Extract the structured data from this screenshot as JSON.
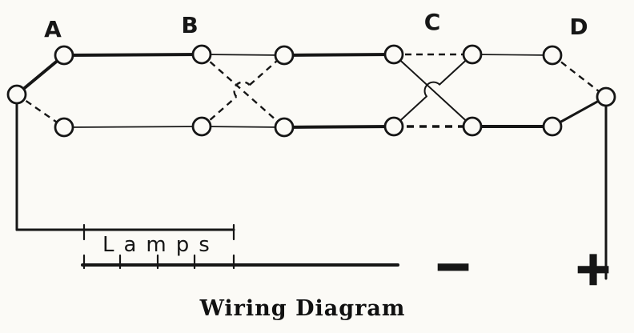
{
  "colors": {
    "ink": "#161616",
    "paper": "#fbfaf6"
  },
  "labels": {
    "switch_a": "A",
    "switch_b": "B",
    "switch_c": "C",
    "switch_d": "D"
  },
  "lamps_label": "Lamps",
  "terminals": {
    "negative": "−",
    "positive": "+"
  },
  "caption": "Wiring Diagram"
}
